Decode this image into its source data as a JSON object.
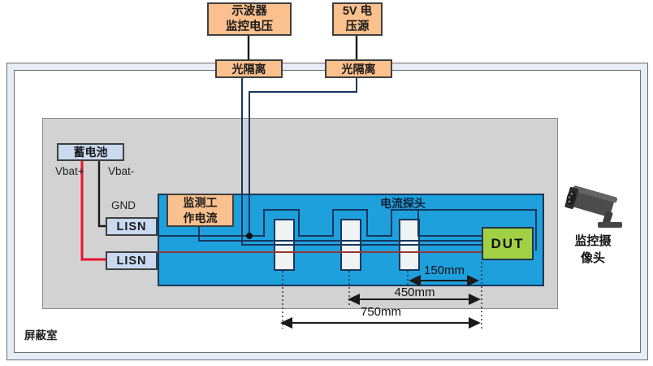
{
  "colors": {
    "wire_navy": "#17375E",
    "wire_red": "#E8112D",
    "wire_maroon": "#953735",
    "box_orange": "#FAC08D",
    "box_blue": "#C8D9F0",
    "table_blue": "#1EA0DC",
    "table_gray": "#D2D2D2",
    "dut_green": "#A2D045",
    "wall_fill": "#E7EDF6",
    "probe_fill": "#EFF3F4"
  },
  "boxes": {
    "oscilloscope": {
      "line1": "示波器",
      "line2": "监控电压"
    },
    "power_5v": {
      "line1": "5V 电",
      "line2": "压源"
    },
    "opto_isolator_left": {
      "label": "光隔离"
    },
    "opto_isolator_right": {
      "label": "光隔离"
    },
    "battery": {
      "label": "蓄电池"
    },
    "lisn_top": {
      "label": "LISN"
    },
    "lisn_bottom": {
      "label": "LISN"
    },
    "monitor_current": {
      "line1": "监测工",
      "line2": "作电流"
    },
    "dut": {
      "label": "DUT"
    }
  },
  "labels": {
    "vbat_plus": "Vbat+",
    "vbat_minus": "Vbat-",
    "gnd": "GND",
    "current_probe": "电流探头",
    "camera_line1": "监控摄",
    "camera_line2": "像头",
    "shield_room": "屏蔽室"
  },
  "dimensions": {
    "probe3_to_dut": "150mm",
    "probe2_to_dut": "450mm",
    "probe1_to_dut": "750mm"
  },
  "icons": {
    "camera": "cctv-camera-icon"
  }
}
